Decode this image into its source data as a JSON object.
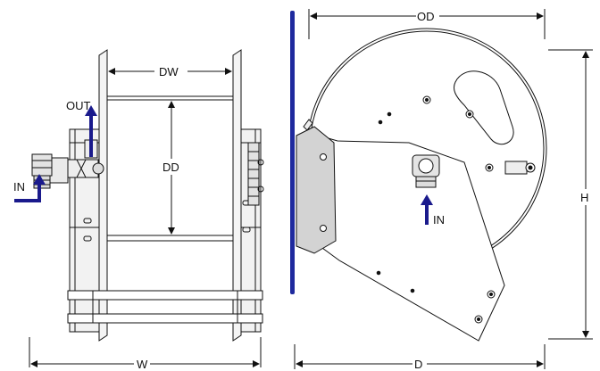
{
  "dimensions": {
    "od": "OD",
    "dw": "DW",
    "dd": "DD",
    "w": "W",
    "d": "D",
    "h": "H"
  },
  "ports": {
    "out": "OUT",
    "in_side": "IN",
    "in_front": "IN"
  },
  "colors": {
    "line": "#111111",
    "arrow": "#1a1a8c",
    "blue_bar": "#1f2a9e",
    "bracket_fill": "#d3d3d3",
    "frame_fill": "#f2f2f2"
  }
}
